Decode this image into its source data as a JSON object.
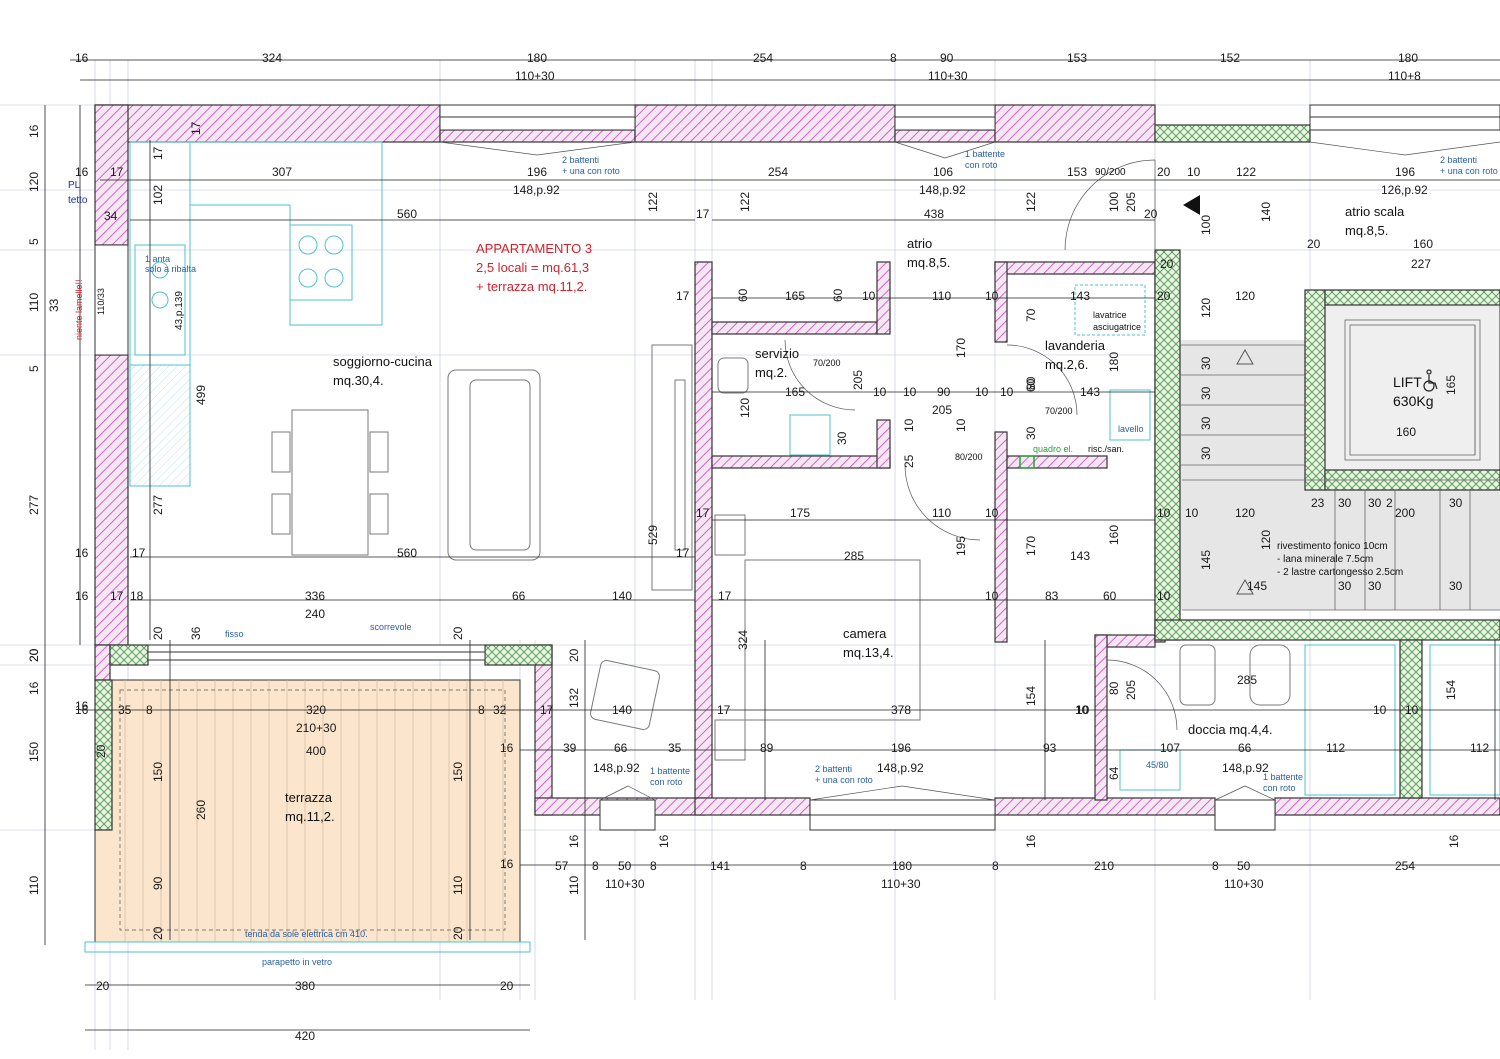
{
  "apartment": {
    "title": "APPARTAMENTO 3",
    "line2": "2,5 locali = mq.61,3",
    "line3": "+ terrazza mq.11,2."
  },
  "rooms": {
    "soggiorno_name": "soggiorno-cucina",
    "soggiorno_area": "mq.30,4.",
    "atrio_name": "atrio",
    "atrio_area": "mq.8,5.",
    "servizio_name": "servizio",
    "servizio_area": "mq.2.",
    "lavanderia_name": "lavanderia",
    "lavanderia_area": "mq.2,6.",
    "camera_name": "camera",
    "camera_area": "mq.13,4.",
    "doccia": "doccia mq.4,4.",
    "terrazza_name": "terrazza",
    "terrazza_area": "mq.11,2.",
    "atrio_scala_name": "atrio scala",
    "atrio_scala_area": "mq.8,5.",
    "lift_name": "LIFT",
    "lift_capacity": "630Kg"
  },
  "notes": {
    "pl": "PL",
    "tetto": "tetto",
    "lamelle": "niente lamelle!!",
    "anta1": "1 anta",
    "anta2": "solo a ribalta",
    "battenti2a": "2 battenti",
    "battenti2b": "+ una con roto",
    "battente1a": "1 battente",
    "battente1b": "con roto",
    "fisso": "fisso",
    "scorrevole": "scorrevole",
    "lavatrice": "lavatrice",
    "asciugatrice": "asciugatrice",
    "lavello": "lavello",
    "quadro": "quadro el.",
    "risc": "risc./san.",
    "riv1": "rivestimento fonico 10cm",
    "riv2": "- lana minerale 7.5cm",
    "riv3": "- 2 lastre cartongesso 2.5cm",
    "tenda": "tenda da sole elettrica cm 410.",
    "parapetto": "parapetto in vetro",
    "sink": "45/80",
    "win110_33": "110/33",
    "win43": "43,p.139"
  },
  "dims_top": [
    "16",
    "324",
    "180",
    "110+30",
    "254",
    "8",
    "90",
    "110+30",
    "153",
    "152",
    "180",
    "110+8"
  ],
  "dims_row2": [
    "16",
    "307",
    "196",
    "148,p.92",
    "254",
    "106",
    "148,p.92",
    "153",
    "90/200",
    "20",
    "10",
    "122",
    "196",
    "126,p.92"
  ],
  "dims_inner": [
    "560",
    "438",
    "122",
    "122",
    "122",
    "17",
    "100",
    "205",
    "100",
    "140",
    "20",
    "160",
    "227",
    "20",
    "20"
  ],
  "dims_mid": [
    "165",
    "60",
    "10",
    "110",
    "10",
    "143",
    "20",
    "120",
    "30",
    "30",
    "30",
    "30",
    "165",
    "160"
  ],
  "dims_mid2": [
    "165",
    "10",
    "10",
    "90",
    "10",
    "10",
    "143",
    "205",
    "205",
    "80",
    "70/200",
    "80/200",
    "70/200",
    "25",
    "10",
    "10",
    "30",
    "30",
    "170",
    "180",
    "70",
    "120",
    "120",
    "60",
    "60"
  ],
  "dims_low": [
    "175",
    "110",
    "10",
    "10",
    "120",
    "285",
    "195",
    "170",
    "143",
    "160",
    "10",
    "145",
    "120",
    "145",
    "23",
    "30",
    "30",
    "2",
    "200",
    "30",
    "30",
    "30",
    "30"
  ],
  "dims_balcony": [
    "16",
    "17",
    "18",
    "336",
    "240",
    "66",
    "140",
    "10",
    "83",
    "60",
    "10",
    "285",
    "20",
    "36",
    "20",
    "20",
    "20"
  ],
  "dims_bottom_row": [
    "16",
    "35",
    "8",
    "320",
    "210+30",
    "400",
    "8",
    "32",
    "16",
    "17",
    "20",
    "39",
    "66",
    "148,p.92",
    "35",
    "17",
    "89",
    "196",
    "148,p.92",
    "93",
    "10",
    "107",
    "66",
    "148,p.92",
    "112",
    "10",
    "10",
    "112",
    "378",
    "154",
    "154",
    "324",
    "132",
    "140",
    "80",
    "205",
    "64",
    "10"
  ],
  "dims_bottom": [
    "57",
    "8",
    "50",
    "110+30",
    "8",
    "141",
    "8",
    "180",
    "110+30",
    "8",
    "210",
    "8",
    "50",
    "110+30",
    "254",
    "16",
    "16",
    "16",
    "16"
  ],
  "dims_terrace": [
    "150",
    "260",
    "90",
    "20",
    "150",
    "110",
    "20",
    "380",
    "20",
    "420",
    "110",
    "16"
  ],
  "dims_left": [
    "16",
    "120",
    "5",
    "33",
    "110",
    "5",
    "277",
    "16",
    "20",
    "16",
    "150",
    "110",
    "34",
    "102",
    "17",
    "17",
    "17",
    "499",
    "277",
    "17",
    "16",
    "17",
    "16",
    "560",
    "529",
    "20",
    "17",
    "17",
    "17",
    "17"
  ]
}
